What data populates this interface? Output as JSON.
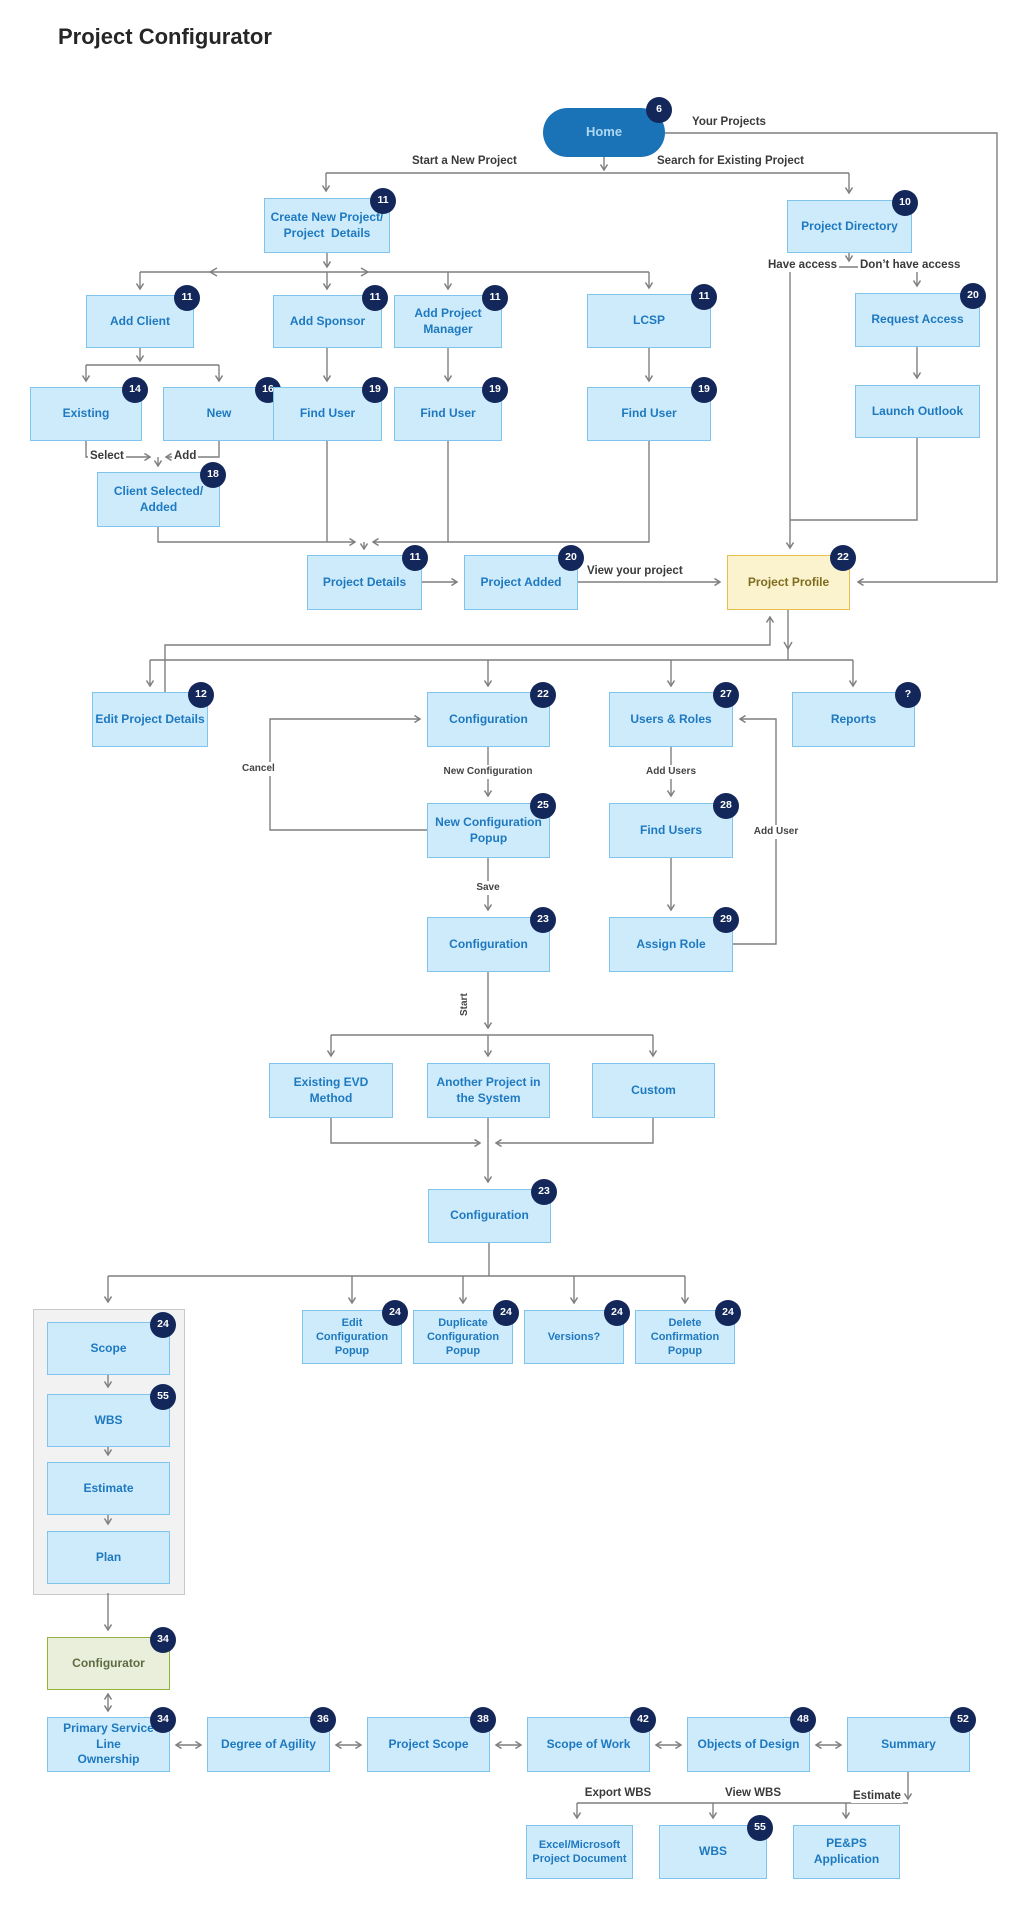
{
  "title": "Project Configurator",
  "nodes": {
    "home": {
      "label": "Home",
      "badge": "6"
    },
    "create_new_project": {
      "label": "Create New Project/\nProject  Details",
      "badge": "11"
    },
    "project_directory": {
      "label": "Project Directory",
      "badge": "10"
    },
    "add_client": {
      "label": "Add Client",
      "badge": "11"
    },
    "add_sponsor": {
      "label": "Add Sponsor",
      "badge": "11"
    },
    "add_project_manager": {
      "label": "Add Project\nManager",
      "badge": "11"
    },
    "lcsp": {
      "label": "LCSP",
      "badge": "11"
    },
    "request_access": {
      "label": "Request Access",
      "badge": "20"
    },
    "launch_outlook": {
      "label": "Launch Outlook"
    },
    "existing": {
      "label": "Existing",
      "badge": "14"
    },
    "new": {
      "label": "New",
      "badge": "16"
    },
    "find_user_sponsor": {
      "label": "Find User",
      "badge": "19"
    },
    "find_user_pm": {
      "label": "Find User",
      "badge": "19"
    },
    "find_user_lcsp": {
      "label": "Find User",
      "badge": "19"
    },
    "client_selected": {
      "label": "Client Selected/\nAdded",
      "badge": "18"
    },
    "project_details": {
      "label": "Project Details",
      "badge": "11"
    },
    "project_added": {
      "label": "Project Added",
      "badge": "20"
    },
    "project_profile": {
      "label": "Project Profile",
      "badge": "22"
    },
    "edit_project_details": {
      "label": "Edit Project Details",
      "badge": "12"
    },
    "configuration_tab": {
      "label": "Configuration",
      "badge": "22"
    },
    "users_roles": {
      "label": "Users & Roles",
      "badge": "27"
    },
    "reports": {
      "label": "Reports",
      "badge": "?"
    },
    "new_configuration_popup": {
      "label": "New Configuration\nPopup",
      "badge": "25"
    },
    "find_users": {
      "label": "Find Users",
      "badge": "28"
    },
    "configuration_saved": {
      "label": "Configuration",
      "badge": "23"
    },
    "assign_role": {
      "label": "Assign Role",
      "badge": "29"
    },
    "existing_evd_method": {
      "label": "Existing EVD Method"
    },
    "another_project": {
      "label": "Another Project in\nthe System"
    },
    "custom": {
      "label": "Custom"
    },
    "configuration_main": {
      "label": "Configuration",
      "badge": "23"
    },
    "edit_configuration_popup": {
      "label": "Edit Configuration\nPopup",
      "badge": "24"
    },
    "duplicate_configuration_popup": {
      "label": "Duplicate\nConfiguration Popup",
      "badge": "24"
    },
    "versions": {
      "label": "Versions?",
      "badge": "24"
    },
    "delete_confirmation_popup": {
      "label": "Delete Confirmation\nPopup",
      "badge": "24"
    },
    "scope": {
      "label": "Scope",
      "badge": "24"
    },
    "wbs": {
      "label": "WBS",
      "badge": "55"
    },
    "estimate": {
      "label": "Estimate"
    },
    "plan": {
      "label": "Plan"
    },
    "configurator": {
      "label": "Configurator",
      "badge": "34"
    },
    "primary_service_line": {
      "label": "Primary Service Line\nOwnership",
      "badge": "34"
    },
    "degree_of_agility": {
      "label": "Degree of Agility",
      "badge": "36"
    },
    "project_scope": {
      "label": "Project Scope",
      "badge": "38"
    },
    "scope_of_work": {
      "label": "Scope of Work",
      "badge": "42"
    },
    "objects_of_design": {
      "label": "Objects of Design",
      "badge": "48"
    },
    "summary": {
      "label": "Summary",
      "badge": "52"
    },
    "excel_project_document": {
      "label": "Excel/Microsoft\nProject Document"
    },
    "wbs_view": {
      "label": "WBS",
      "badge": "55"
    },
    "peps_application": {
      "label": "PE&PS Application"
    }
  },
  "edge_labels": {
    "your_projects": "Your Projects",
    "start_new_project": "Start a New Project",
    "search_existing": "Search for Existing Project",
    "have_access": "Have access",
    "dont_have_access": "Don’t have access",
    "select": "Select",
    "add": "Add",
    "view_your_project": "View your project",
    "cancel": "Cancel",
    "new_configuration": "New Configuration",
    "save": "Save",
    "add_users": "Add Users",
    "add_user": "Add User",
    "start": "Start",
    "export_wbs": "Export WBS",
    "view_wbs": "View WBS",
    "estimate": "Estimate"
  },
  "colors": {
    "node_fill": "#CDEBFA",
    "node_border": "#7EC4EC",
    "node_text": "#1E79C0",
    "badge_bg": "#13275B",
    "badge_text": "#FFFFFF",
    "home_fill": "#1A72B7",
    "home_text": "#AED7F2",
    "highlight_fill": "#FBF2CE",
    "highlight_border": "#E9BE4A",
    "highlight_text": "#7E6C1D",
    "configurator_fill": "#E9EFDA",
    "configurator_border": "#92B33C",
    "configurator_text": "#5F6B45",
    "group_fill": "#F2F2F2",
    "group_border": "#C9C9C9",
    "connector": "#7F7F7F",
    "label_text": "#3A3A3A",
    "title_text": "#262626",
    "background": "#FFFFFF"
  }
}
